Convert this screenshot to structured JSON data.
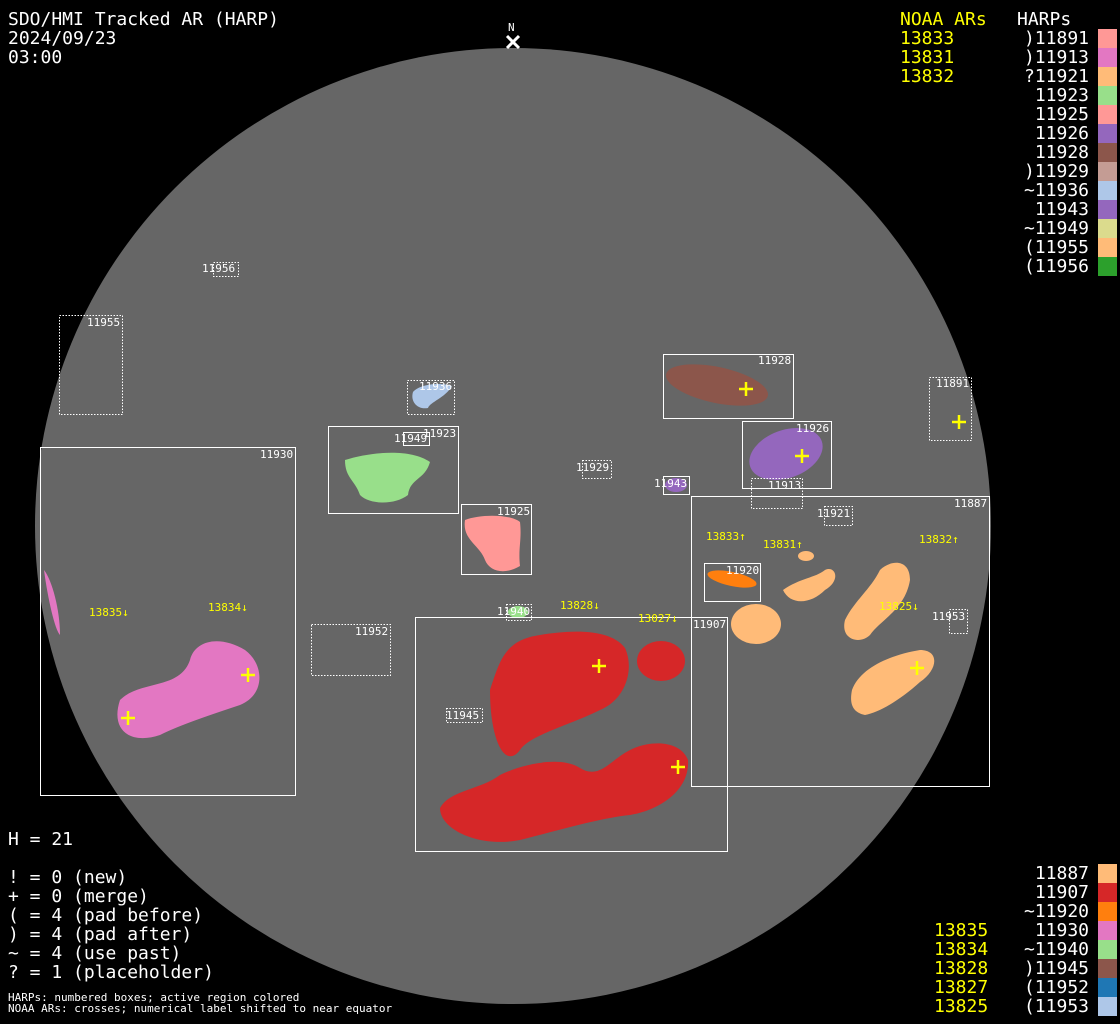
{
  "header": {
    "title": "SDO/HMI Tracked AR (HARP)",
    "date": "2024/09/23",
    "time": "03:00",
    "north_label": "N"
  },
  "legend_top": {
    "noaa_header": "NOAA ARs",
    "harps_header": "HARPs",
    "noaa": [
      "13833",
      "13831",
      "13832"
    ],
    "harps": [
      {
        "label": ")11891",
        "color": "#ff9896"
      },
      {
        "label": ")11913",
        "color": "#e377c2"
      },
      {
        "label": "?11921",
        "color": "#ffbb78"
      },
      {
        "label": "11923",
        "color": "#98df8a"
      },
      {
        "label": "11925",
        "color": "#ff9896"
      },
      {
        "label": "11926",
        "color": "#9467bd"
      },
      {
        "label": "11928",
        "color": "#8c564b"
      },
      {
        "label": ")11929",
        "color": "#c49c94"
      },
      {
        "label": "~11936",
        "color": "#aec7e8"
      },
      {
        "label": "11943",
        "color": "#9467bd"
      },
      {
        "label": "~11949",
        "color": "#dbdb8d"
      },
      {
        "label": "(11955",
        "color": "#ffbb78"
      },
      {
        "label": "(11956",
        "color": "#2ca02c"
      }
    ]
  },
  "legend_bottom": {
    "noaa": [
      "13835",
      "13834",
      "13828",
      "13827",
      "13825"
    ],
    "harps": [
      {
        "label": "11887",
        "color": "#ffbb78"
      },
      {
        "label": "11907",
        "color": "#d62728"
      },
      {
        "label": "~11920",
        "color": "#ff7f0e"
      },
      {
        "label": "11930",
        "color": "#e377c2"
      },
      {
        "label": "~11940",
        "color": "#98df8a"
      },
      {
        "label": ")11945",
        "color": "#8c564b"
      },
      {
        "label": "(11952",
        "color": "#1f77b4"
      },
      {
        "label": "(11953",
        "color": "#aec7e8"
      }
    ]
  },
  "stats": {
    "h": "H = 21",
    "lines": [
      "! = 0 (new)",
      "+ = 0 (merge)",
      "( = 4 (pad before)",
      ") = 4 (pad after)",
      "~ = 4 (use past)",
      "? = 1 (placeholder)"
    ],
    "note1": "HARPs: numbered boxes; active region colored",
    "note2": "NOAA ARs: crosses; numerical label shifted to near equator"
  },
  "disk": {
    "harp_labels": [
      "11955",
      "11956",
      "11930",
      "11936",
      "11923",
      "11949",
      "11929",
      "11943",
      "11925",
      "11928",
      "11926",
      "11913",
      "11891",
      "11887",
      "11921",
      "11920",
      "11953",
      "11952",
      "11940",
      "11907",
      "11945"
    ],
    "noaa_labels": [
      "13833↑",
      "13831↑",
      "13832↑",
      "13835↓",
      "13834↓",
      "13828↓",
      "13027↓",
      "13825↓"
    ]
  }
}
